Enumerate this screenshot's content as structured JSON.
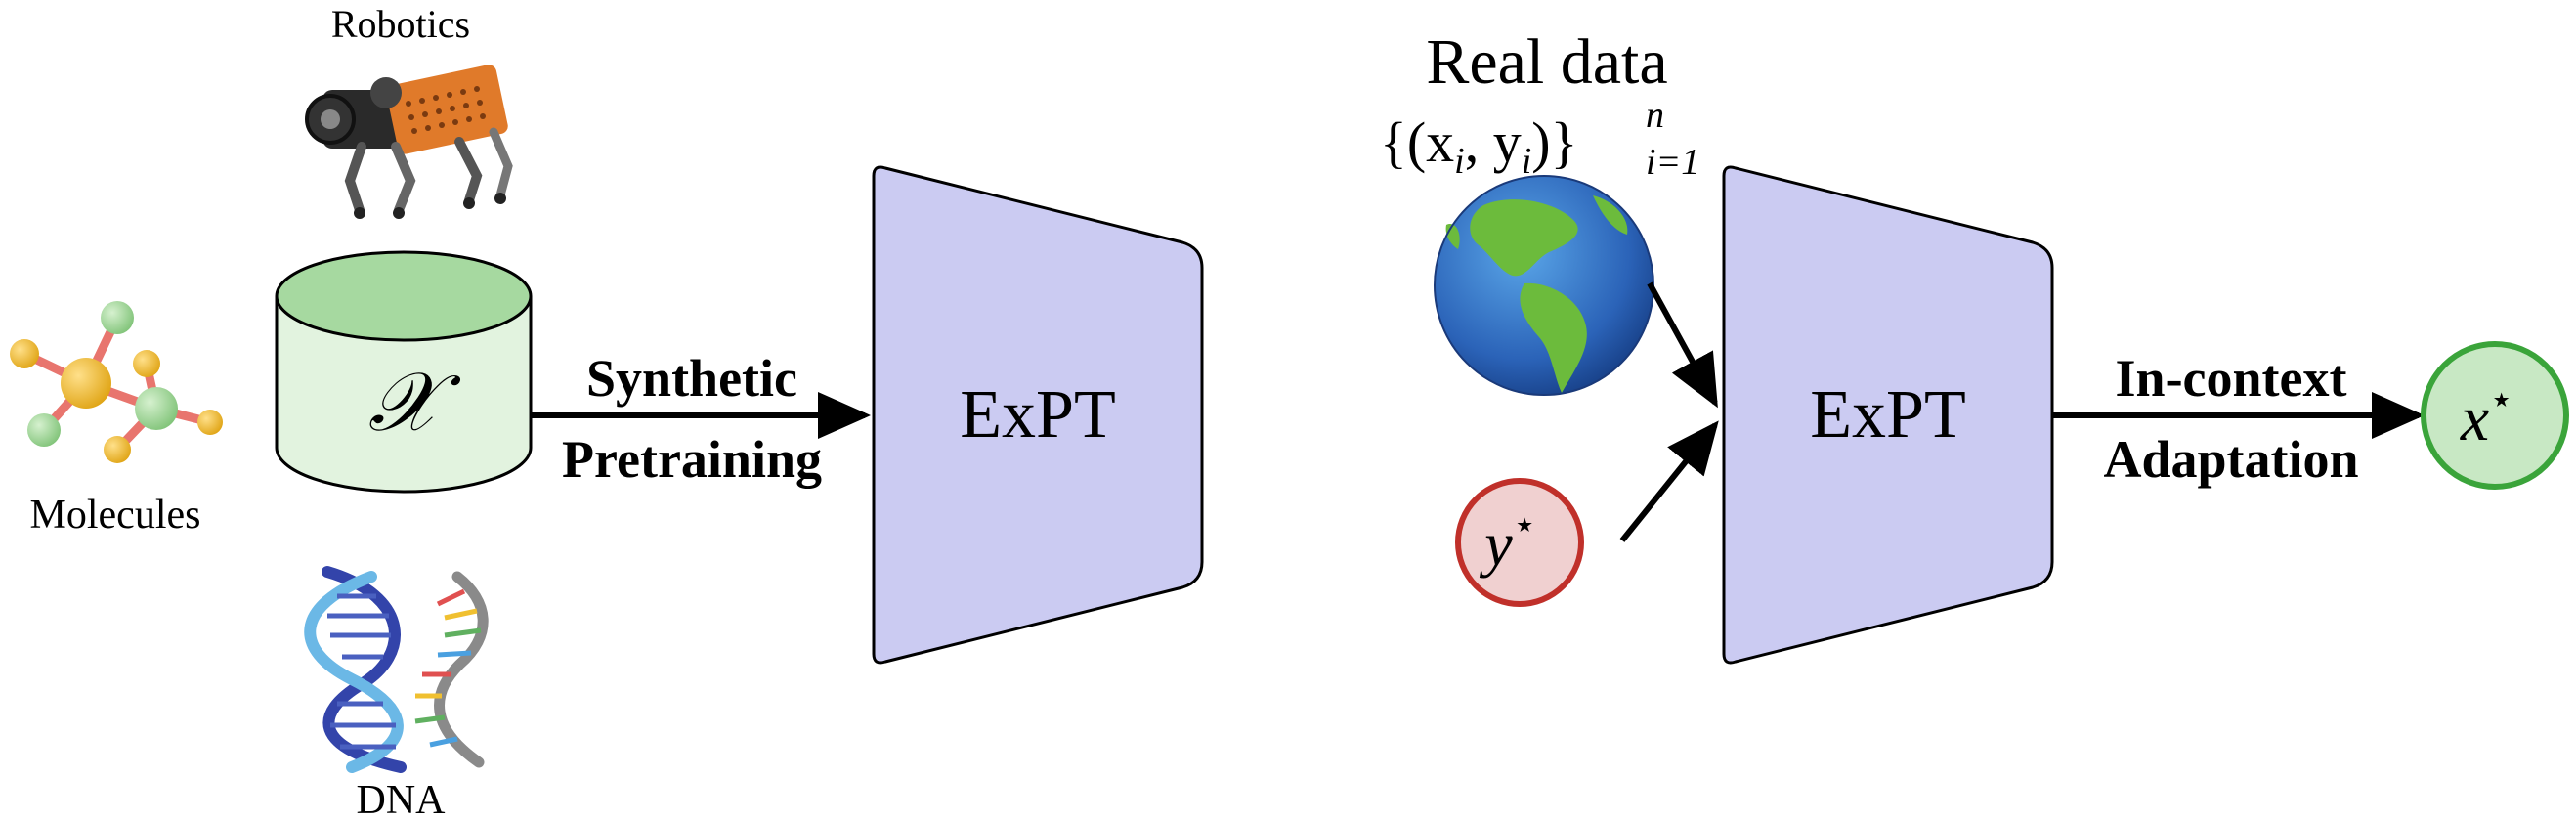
{
  "labels": {
    "robotics": "Robotics",
    "molecules": "Molecules",
    "dna": "DNA",
    "domain_symbol": "𝒳",
    "arrow1_line1": "Synthetic",
    "arrow1_line2": "Pretraining",
    "model_left": "ExPT",
    "real_data": "Real data",
    "model_right": "ExPT",
    "arrow2_line1": "In-context",
    "arrow2_line2": "Adaptation"
  },
  "math": {
    "dataset_body": "{(x",
    "dataset_i1": "i",
    "dataset_mid": ", y",
    "dataset_i2": "i",
    "dataset_close": ")}",
    "dataset_sup": "n",
    "dataset_sub": "i=1",
    "target_var": "y",
    "target_star": "⋆",
    "output_var": "x",
    "output_star": "⋆"
  },
  "icons": [
    "robot-dog-icon",
    "molecule-icon",
    "dna-icon",
    "earth-globe-icon",
    "database-cylinder-icon"
  ],
  "colors": {
    "trapezoid_fill": "#cbcbf2",
    "cylinder_fill": "#e2f3df",
    "cylinder_top": "#a6d9a0",
    "target_fill": "#f0d0d0",
    "target_stroke": "#c0302a",
    "output_fill": "#c8e8c4",
    "output_stroke": "#3aa43a"
  }
}
